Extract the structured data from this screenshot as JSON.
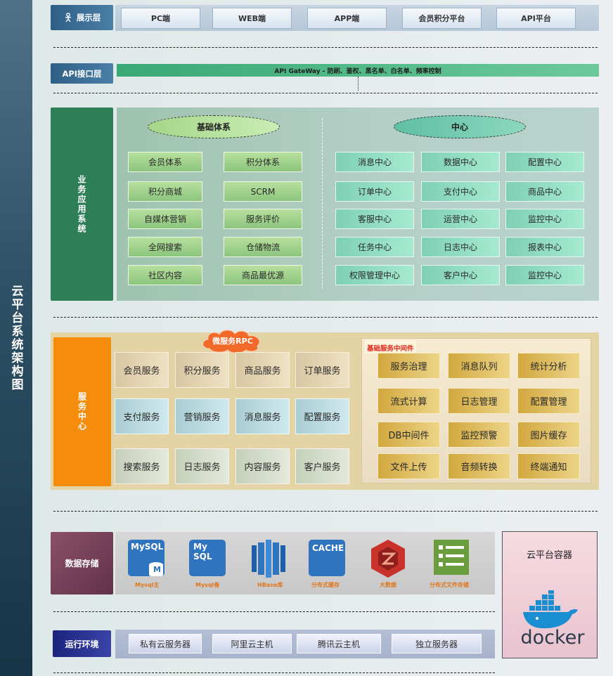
{
  "side_title": "云平台系统架构图",
  "presentation": {
    "label": "展示层",
    "items": [
      "PC端",
      "WEB端",
      "APP端",
      "会员积分平台",
      "API平台"
    ]
  },
  "api": {
    "label": "API接口层",
    "gateway": "API GateWay - 防刷、鉴权、黑名单、白名单、频率控制"
  },
  "business": {
    "label": "业务应用系统",
    "basic": {
      "title": "基础体系",
      "items": [
        "会员体系",
        "积分体系",
        "积分商城",
        "SCRM",
        "自媒体营销",
        "服务评价",
        "全网搜索",
        "仓储物流",
        "社区内容",
        "商品最优源"
      ]
    },
    "center": {
      "title": "中心",
      "items": [
        "消息中心",
        "数据中心",
        "配置中心",
        "订单中心",
        "支付中心",
        "商品中心",
        "客服中心",
        "运营中心",
        "监控中心",
        "任务中心",
        "日志中心",
        "报表中心",
        "权限管理中心",
        "客户中心",
        "监控中心"
      ]
    }
  },
  "service": {
    "label": "服务中心",
    "rpc": "微服务RPC",
    "items": [
      "会员服务",
      "积分服务",
      "商品服务",
      "订单服务",
      "支付服务",
      "营销服务",
      "消息服务",
      "配置服务",
      "搜索服务",
      "日志服务",
      "内容服务",
      "客户服务"
    ],
    "middleware": {
      "title": "基础服务中间件",
      "items": [
        "服务治理",
        "消息队列",
        "统计分析",
        "流式计算",
        "日志管理",
        "配置管理",
        "DB中间件",
        "监控预警",
        "图片缓存",
        "文件上传",
        "音频转换",
        "终端通知"
      ]
    }
  },
  "storage": {
    "label": "数据存储",
    "items": [
      {
        "icon": "mysql-master-icon",
        "logo": "MySQL",
        "sub": "M",
        "caption": "Mysql主"
      },
      {
        "icon": "mysql-slave-icon",
        "logo": "My SQL",
        "caption": "Mysql备"
      },
      {
        "icon": "hbase-icon",
        "caption": "HBase库"
      },
      {
        "icon": "cache-icon",
        "logo": "CACHE",
        "caption": "分布式缓存"
      },
      {
        "icon": "bigdata-icon",
        "caption": "大数据"
      },
      {
        "icon": "file-storage-icon",
        "caption": "分布式文件存储"
      }
    ]
  },
  "runtime": {
    "label": "运行环境",
    "items": [
      "私有云服务器",
      "阿里云主机",
      "腾讯云主机",
      "独立服务器"
    ]
  },
  "container": {
    "title": "云平台容器",
    "logo": "docker"
  },
  "colors": {
    "presentation_label": "#3a6f96",
    "api_label": "#3a6f96",
    "gateway_bar": "#5ab88c",
    "business_label": "#2e7f58",
    "service_label": "#f58c0c",
    "storage_label": "#7a4257",
    "runtime_label": "#262f8f",
    "docker_blue": "#1a8ed0"
  }
}
